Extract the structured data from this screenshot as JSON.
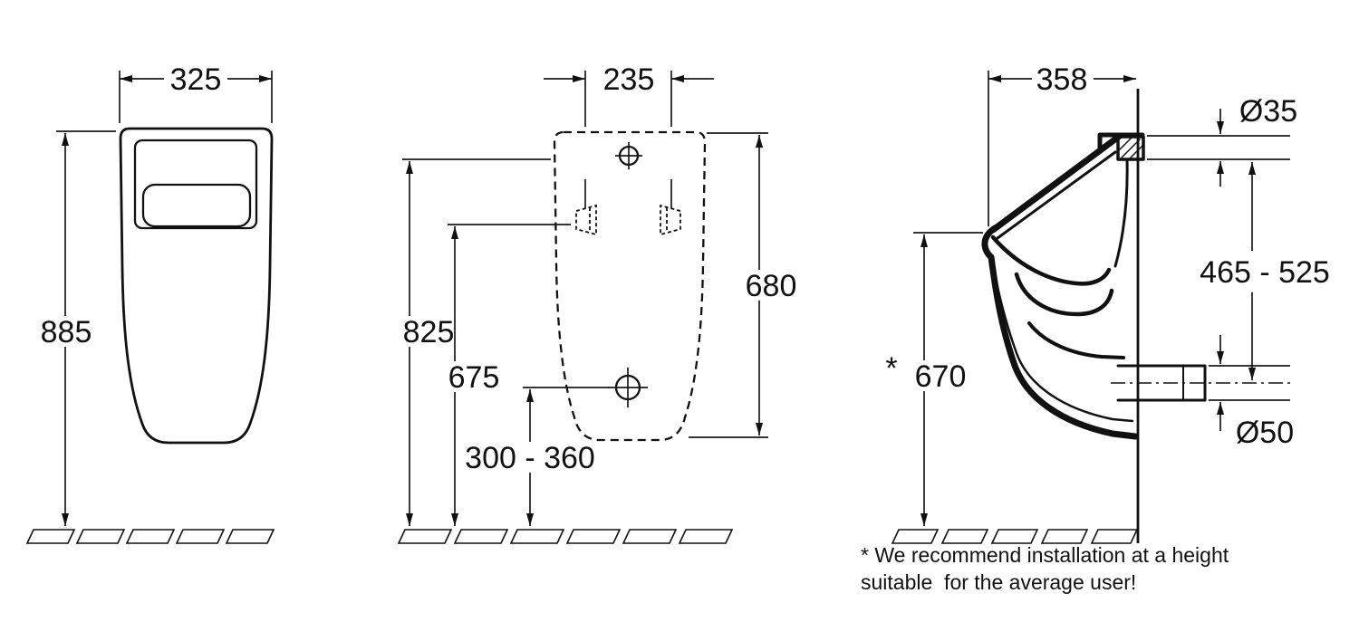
{
  "front": {
    "width": "325",
    "height": "885"
  },
  "rear": {
    "mount_spacing": "235",
    "upper_hole_height": "825",
    "bracket_height": "675",
    "body_height": "680",
    "outlet_height_range": "300 - 360"
  },
  "side": {
    "depth": "358",
    "inlet_dia": "Ø35",
    "inlet_outlet_range": "465 - 525",
    "asterisk": "*",
    "rim_height": "670",
    "outlet_dia": "Ø50"
  },
  "footnote": {
    "line1": "* We recommend installation at a height",
    "line2": "suitable  for the average user!"
  }
}
